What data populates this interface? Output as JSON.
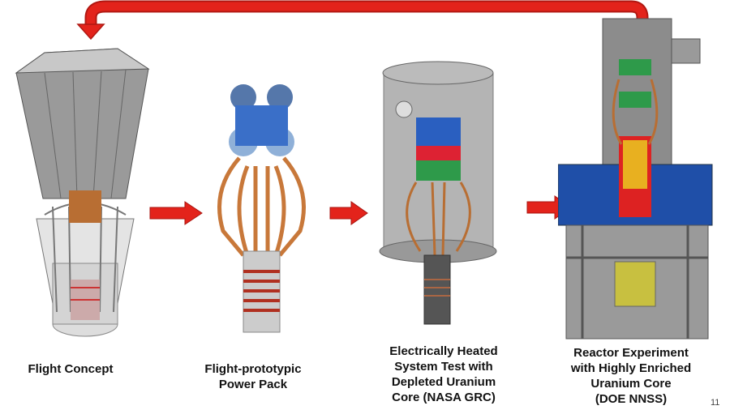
{
  "stages": [
    {
      "caption_lines": [
        "Flight Concept"
      ]
    },
    {
      "caption_lines": [
        "Flight-prototypic",
        "Power Pack"
      ]
    },
    {
      "caption_lines": [
        "Electrically Heated",
        "System Test with",
        "Depleted Uranium",
        "Core (NASA GRC)"
      ]
    },
    {
      "caption_lines": [
        "Reactor Experiment",
        "with Highly Enriched",
        "Uranium Core",
        "(DOE NNSS)"
      ]
    }
  ],
  "page_number": "11",
  "colors": {
    "arrow": "#e3231b",
    "gray": "#8a8a8a",
    "copper": "#c8783a",
    "blue": "#2a5fc0",
    "green": "#2e9a4a"
  }
}
